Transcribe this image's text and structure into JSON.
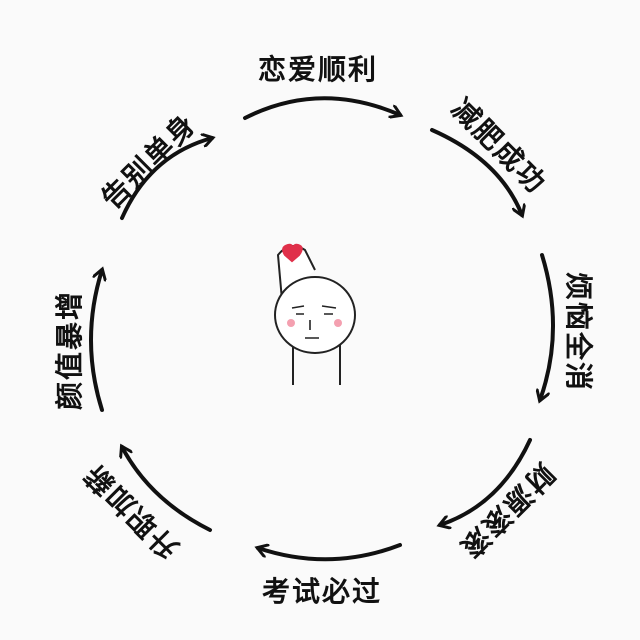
{
  "wishes": [
    {
      "text": "恋爱顺利"
    },
    {
      "text": "减肥成功"
    },
    {
      "text": "烦恼全消"
    },
    {
      "text": "财源滚滚"
    },
    {
      "text": "考试必过"
    },
    {
      "text": "升职加薪"
    },
    {
      "text": "颜值暴增"
    },
    {
      "text": "告别单身"
    }
  ],
  "colors": {
    "ink": "#111111",
    "background": "#fafafa",
    "heart": "#e0304a"
  }
}
